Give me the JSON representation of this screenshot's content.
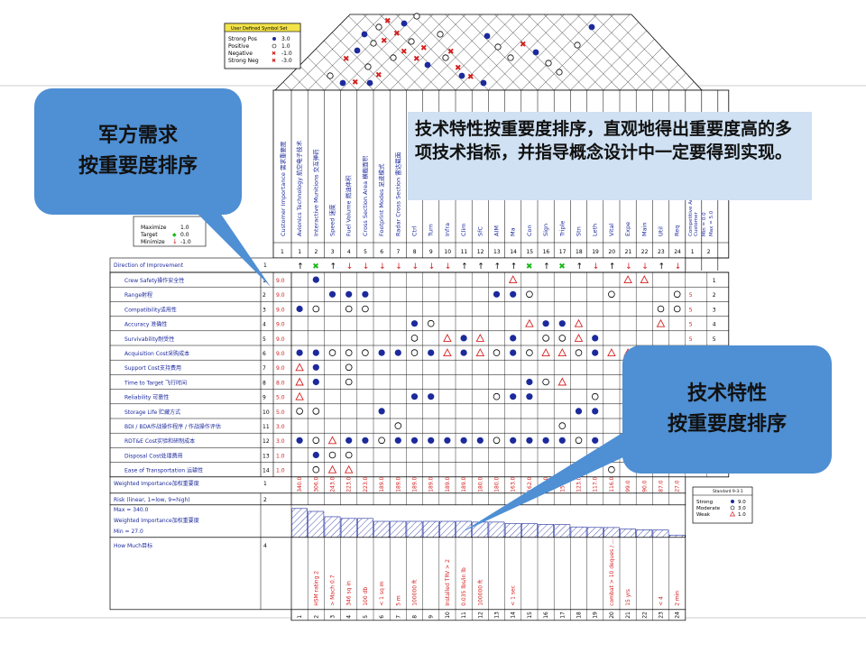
{
  "legend_symbol": {
    "title": "User Defined Symbol Set",
    "rows": [
      {
        "label": "Strong Pos",
        "value": "3.0"
      },
      {
        "label": "Positive",
        "value": "1.0"
      },
      {
        "label": "Negative",
        "value": "-1.0"
      },
      {
        "label": "Strong Neg",
        "value": "-3.0"
      }
    ]
  },
  "legend_direction": {
    "rows": [
      {
        "label": "Maximize",
        "value": "1.0"
      },
      {
        "label": "Target",
        "value": "0.0"
      },
      {
        "label": "Minimize",
        "value": "-1.0"
      }
    ]
  },
  "legend_standard": {
    "title": "Standard 9-3-1",
    "rows": [
      {
        "label": "Strong",
        "value": "9.0"
      },
      {
        "label": "Moderate",
        "value": "3.0"
      },
      {
        "label": "Weak",
        "value": "1.0"
      }
    ]
  },
  "header": {
    "cust_importance": "Customer Importance 需求重要度",
    "right_col": "Competitive Analysis",
    "right_col2": "Min = 0.0",
    "right_col3": "Max = 5.0",
    "right_col4": "Customer"
  },
  "columns": [
    "Avionics Technology 航空电子技术",
    "Interactive Munitions 交互弹药",
    "Speed 速度",
    "Fuel Volume 燃油体积",
    "Cross Section Area 横截面积",
    "Footprint Modes 足迹模式",
    "Radar Cross Section 雷达截面",
    "Ctrl",
    "Turn",
    "Infra",
    "Clim",
    "SfC",
    "AIM",
    "Ma",
    "Con",
    "Sign",
    "Triple",
    "Stn",
    "Leth",
    "Vital",
    "Expe",
    "Main",
    "Util",
    "Req"
  ],
  "col_numbers": [
    "1",
    "2",
    "3",
    "4",
    "5",
    "6",
    "7",
    "8",
    "9",
    "10",
    "11",
    "12",
    "13",
    "14",
    "15",
    "16",
    "17",
    "18",
    "19",
    "20",
    "21",
    "22",
    "23",
    "24"
  ],
  "direction_row_label": "Direction of Improvement",
  "rows": [
    {
      "label": "Crew Safety操作安全性",
      "imp": "9.0"
    },
    {
      "label": "Range射程",
      "imp": "9.0"
    },
    {
      "label": "Compatibility适用性",
      "imp": "9.0"
    },
    {
      "label": "Accuracy 准确性",
      "imp": "9.0"
    },
    {
      "label": "Survivability耐受性",
      "imp": "9.0"
    },
    {
      "label": "Acquisition Cost采购成本",
      "imp": "9.0"
    },
    {
      "label": "Support Cost支持费用",
      "imp": "9.0"
    },
    {
      "label": "Time to Target 飞行时间",
      "imp": "8.0"
    },
    {
      "label": "Reliability 可靠性",
      "imp": "5.0"
    },
    {
      "label": "Storage Life 贮藏方式",
      "imp": "5.0"
    },
    {
      "label": "BDI / BDA作战操作程序 / 作战操作评估",
      "imp": "3.0"
    },
    {
      "label": "RDT&E Cost实验和研制成本",
      "imp": "3.0"
    },
    {
      "label": "Disposal Cost处理费用",
      "imp": "1.0"
    },
    {
      "label": "Ease of Transportation 运输性",
      "imp": "1.0"
    }
  ],
  "bottom_rows": [
    {
      "label": "Weighted Importance加权重要度",
      "num": "1"
    },
    {
      "label": "Risk (linear, 1=low, 9=high)",
      "num": "2"
    },
    {
      "label": "Max = 340.0",
      "num": ""
    },
    {
      "label": "Weighted Importance加权重要度",
      "num": ""
    },
    {
      "label": "Min = 27.0",
      "num": ""
    },
    {
      "label": "How Much目标",
      "num": "4"
    }
  ],
  "weighted": [
    "340.0",
    "306.0",
    "243.0",
    "223.0",
    "223.0",
    "189.0",
    "189.0",
    "189.0",
    "189.0",
    "189.0",
    "189.0",
    "180.0",
    "180.0",
    "163.0",
    "162.0",
    "153.0",
    "150.0",
    "123.0",
    "117.0",
    "116.0",
    "99.0",
    "90.0",
    "87.0",
    "27.0"
  ],
  "how_much": [
    "",
    "HSM rating 2",
    "> Mach 0.7",
    "346 sq in",
    "100 db",
    "< 1 sq m",
    "5 m",
    "100000 ft",
    "",
    "Installed TRV > 2",
    "0.035 lbs/in lb",
    "100000 ft",
    "",
    "< 1 sec",
    "",
    "",
    "",
    "",
    "",
    "combat > 10 deques / ...",
    "15 yrs",
    "",
    "< 4",
    "2 min"
  ],
  "callout_left": {
    "line1": "军方需求",
    "line2": "按重要度排序"
  },
  "callout_right": {
    "line1": "技术特性",
    "line2": "按重要度排序"
  },
  "info_text": "技术特性按重要度排序，直观地得出重要度高的多项技术指标，并指导概念设计中一定要得到实现。",
  "colors": {
    "callout": "#4f8fd3",
    "info_bg": "#cfe1f3",
    "strong": "#1c2a9c",
    "weak": "#d02020",
    "positive": "#18b818"
  }
}
